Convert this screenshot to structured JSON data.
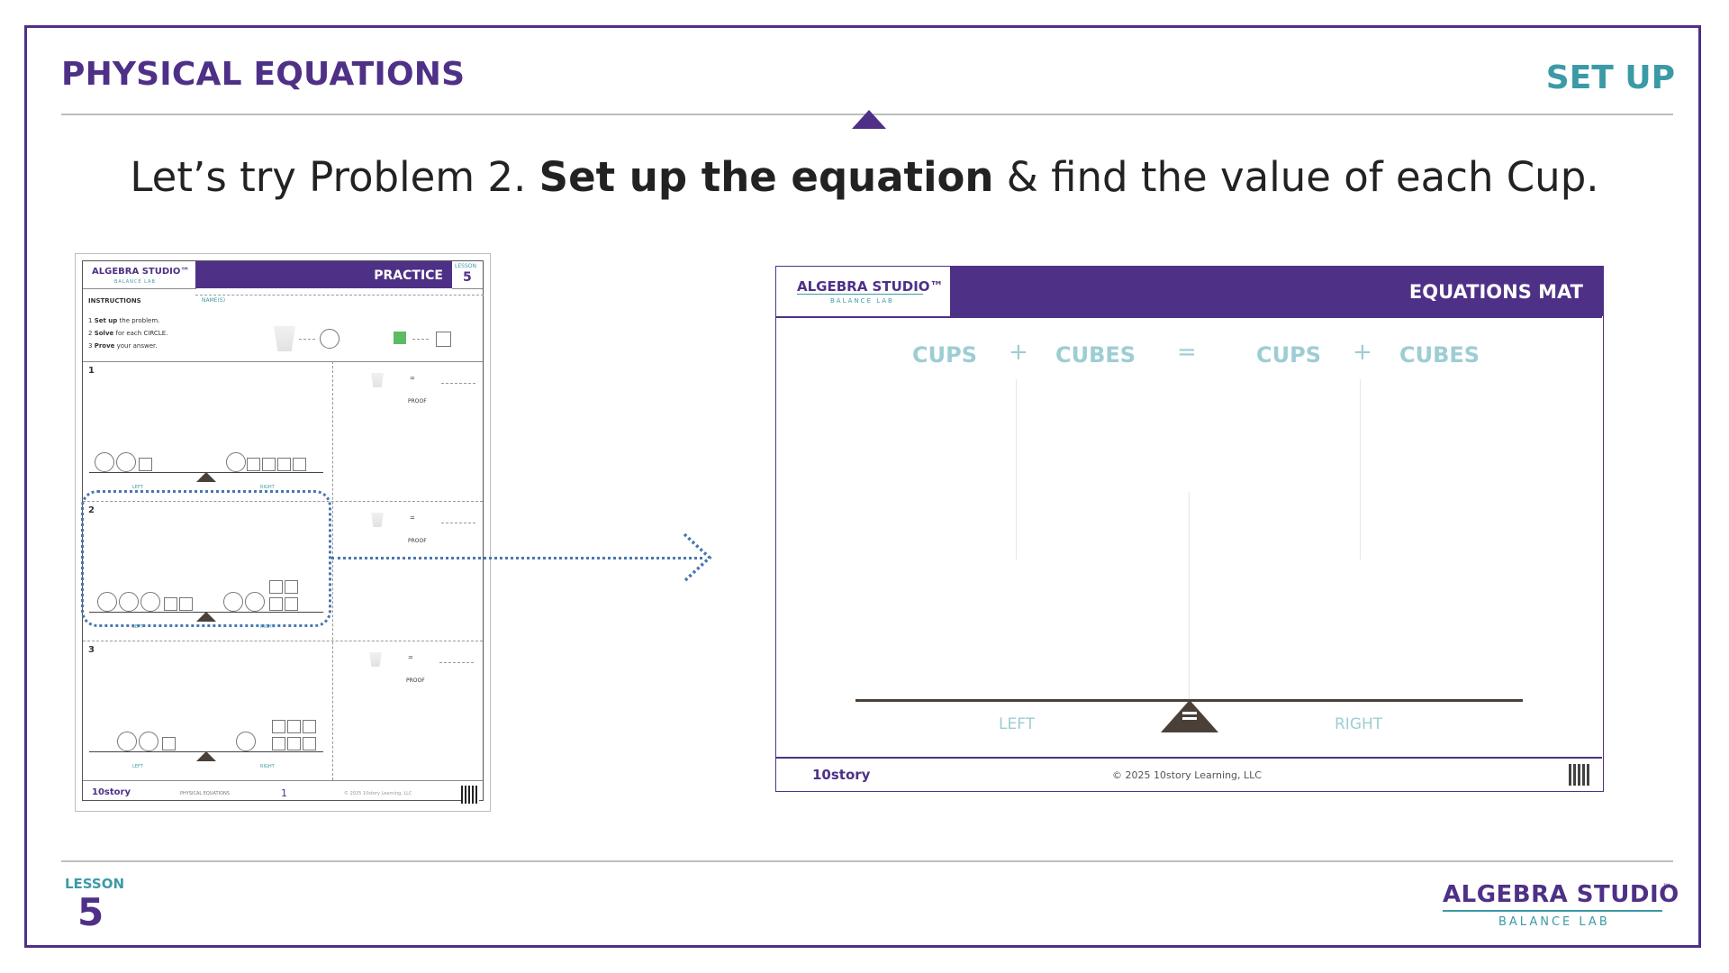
{
  "header": {
    "title": "PHYSICAL EQUATIONS",
    "section": "SET UP"
  },
  "headline": {
    "before": "Let’s try Problem 2. ",
    "bold": "Set up the equation",
    "after": " & find the value of each Cup."
  },
  "worksheet": {
    "brand": "ALGEBRA STUDIO™",
    "brand_sub": "BALANCE LAB",
    "title": "PRACTICE",
    "lesson_label": "LESSON",
    "lesson_number": "5",
    "instructions_label": "INSTRUCTIONS",
    "name_label": "NAME(S)",
    "steps": [
      {
        "num": "1",
        "bold": "Set up",
        "text": " the problem."
      },
      {
        "num": "2",
        "bold": "Solve",
        "text": " for each CIRCLE."
      },
      {
        "num": "3",
        "bold": "Prove",
        "text": " your answer."
      }
    ],
    "problems": [
      {
        "number": "1",
        "proof": "PROOF",
        "equals": "=",
        "left": "LEFT",
        "right": "RIGHT"
      },
      {
        "number": "2",
        "proof": "PROOF",
        "equals": "=",
        "left": "LEFT",
        "right": "RIGHT"
      },
      {
        "number": "3",
        "proof": "PROOF",
        "equals": "=",
        "left": "LEFT",
        "right": "RIGHT"
      }
    ],
    "footer": {
      "logo": "10story",
      "section": "PHYSICAL EQUATIONS",
      "page": "1",
      "copyright": "© 2025 10story Learning, LLC"
    }
  },
  "mat": {
    "brand": "ALGEBRA STUDIO™",
    "brand_sub": "BALANCE LAB",
    "title": "EQUATIONS MAT",
    "labels": [
      "CUPS",
      "CUBES",
      "CUPS",
      "CUBES"
    ],
    "plus": "+",
    "equals": "=",
    "left": "LEFT",
    "right": "RIGHT",
    "footer_logo": "10story",
    "copyright": "© 2025 10story Learning, LLC"
  },
  "footer": {
    "lesson_label": "LESSON",
    "lesson_number": "5",
    "brand": "ALGEBRA STUDIO",
    "brand_tm": "™",
    "brand_sub": "BALANCE LAB"
  },
  "colors": {
    "purple": "#4e3187",
    "teal": "#3c9aa6",
    "arrow_blue": "#4a76b0"
  }
}
